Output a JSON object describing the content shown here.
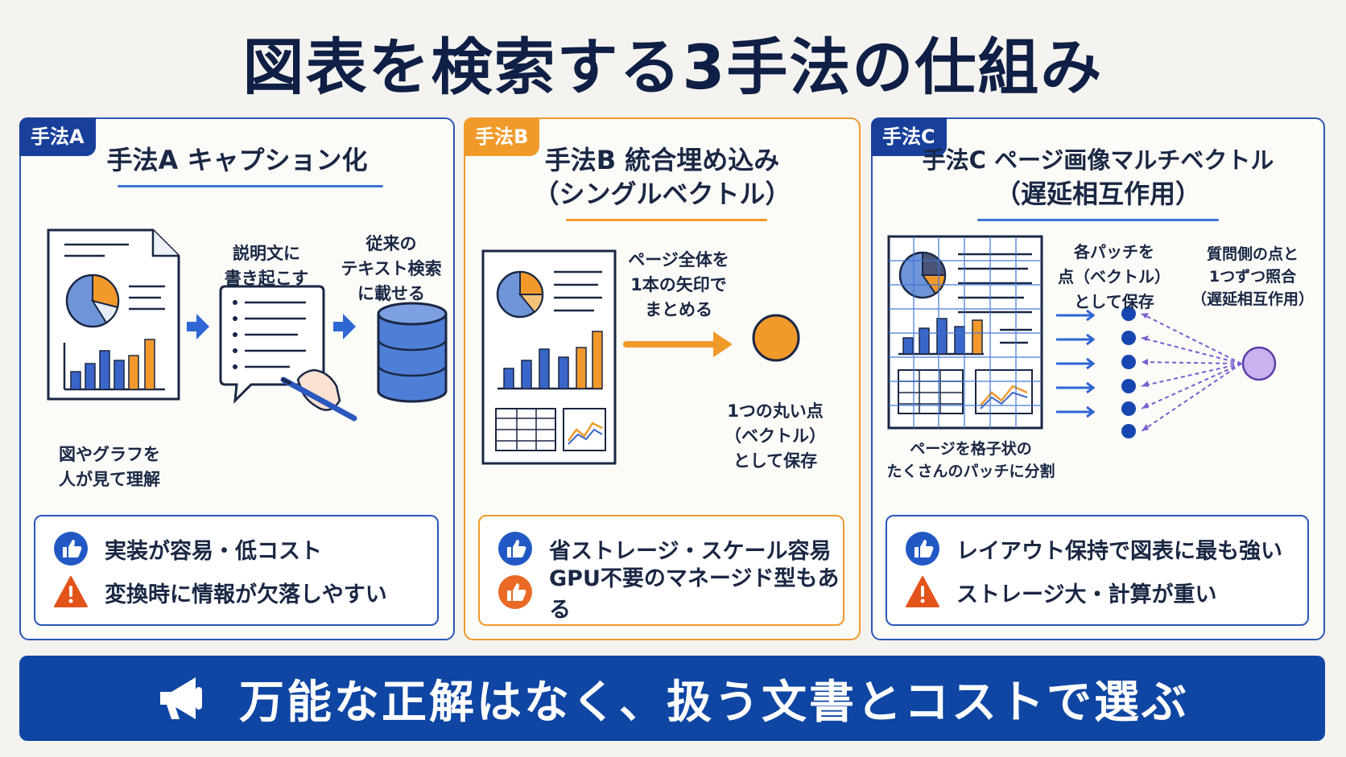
{
  "title": "図表を検索する3手法の仕組み",
  "colors": {
    "navy": "#183f9a",
    "blue": "#2b57b8",
    "orange": "#f09a2a",
    "purple": "#b79ae6",
    "warning": "#e3541b"
  },
  "methods": [
    {
      "tag": "手法A",
      "title": "手法A キャプション化",
      "label_figure": "図やグラフを\n人が見て理解",
      "label_caption": "説明文に\n書き起こす",
      "label_search": "従来の\nテキスト検索\nに載せる",
      "pros": [
        {
          "icon": "thumbs-up-icon",
          "text": "実装が容易・低コスト"
        },
        {
          "icon": "warning-icon",
          "text": "変換時に情報が欠落しやすい"
        }
      ]
    },
    {
      "tag": "手法B",
      "title_line1": "手法B 統合埋め込み",
      "title_line2": "（シングルベクトル）",
      "label_arrow": "ページ全体を\n1本の矢印で\nまとめる",
      "label_vector": "1つの丸い点\n（ベクトル）\nとして保存",
      "pros": [
        {
          "icon": "thumbs-up-icon",
          "text": "省ストレージ・スケール容易"
        },
        {
          "icon": "thumbs-up-icon",
          "text": "GPU不要のマネージド型もある"
        }
      ]
    },
    {
      "tag": "手法C",
      "title_line1": "手法C ページ画像マルチベクトル",
      "title_line2": "（遅延相互作用）",
      "label_patch": "各パッチを\n点（ベクトル）\nとして保存",
      "label_query": "質問側の点と\n1つずつ照合\n（遅延相互作用）",
      "label_grid": "ページを格子状の\nたくさんのパッチに分割",
      "pros": [
        {
          "icon": "thumbs-up-icon",
          "text": "レイアウト保持で図表に最も強い"
        },
        {
          "icon": "warning-icon",
          "text": "ストレージ大・計算が重い"
        }
      ]
    }
  ],
  "bottom": {
    "icon": "megaphone-icon",
    "text": "万能な正解はなく、扱う文書とコストで選ぶ"
  }
}
